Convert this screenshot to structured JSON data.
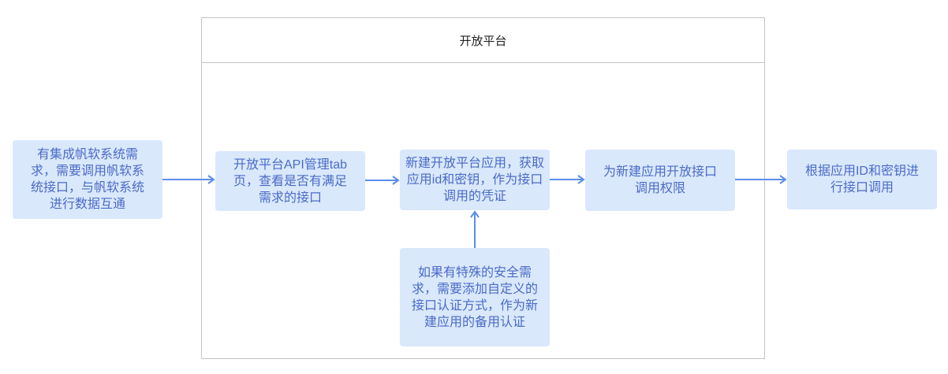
{
  "container": {
    "title": "开放平台"
  },
  "nodes": {
    "start": "有集成帆软系统需求，需要调用帆软系统接口，与帆软系统进行数据互通",
    "check_api": "开放平台API管理tab页，查看是否有满足需求的接口",
    "create_app": "新建开放平台应用，获取应用id和密钥，作为接口调用的凭证",
    "grant": "为新建应用开放接口调用权限",
    "call": "根据应用ID和密钥进行接口调用",
    "custom_auth": "如果有特殊的安全需求，需要添加自定义的接口认证方式，作为新建应用的备用认证"
  },
  "colors": {
    "box_fill": "#dae8fc",
    "text": "#4a6bc6",
    "arrow": "#5b8def",
    "border": "#c4c4c4"
  }
}
